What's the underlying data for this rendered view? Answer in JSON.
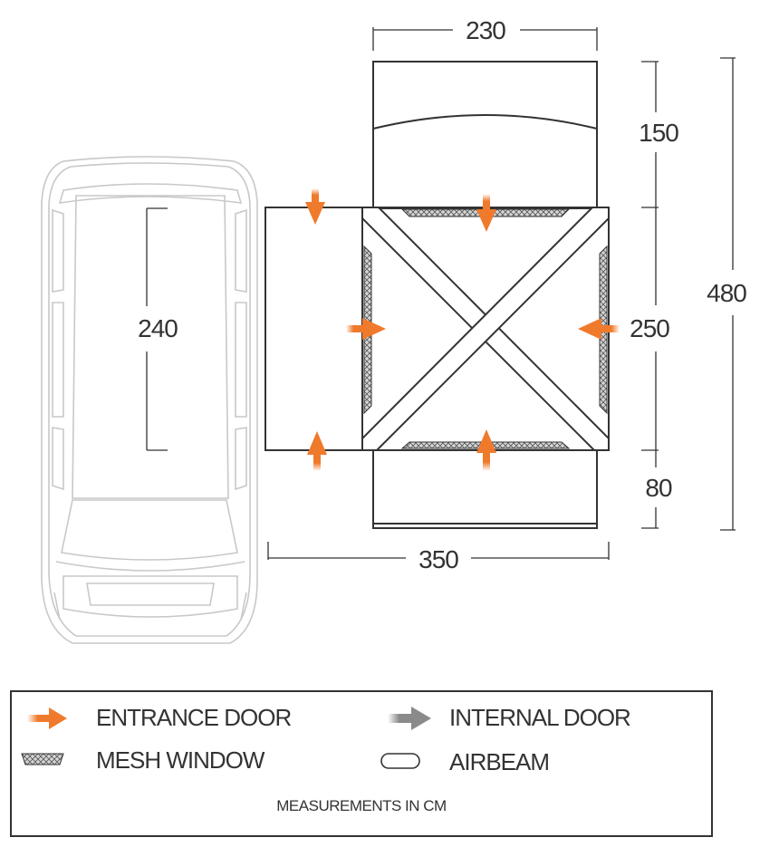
{
  "dimensions": {
    "top_width": "230",
    "front_depth": "150",
    "main_depth": "250",
    "rear_depth": "80",
    "total_depth": "480",
    "total_width": "350",
    "vehicle_length": "240"
  },
  "legend": {
    "entrance_door": "ENTRANCE DOOR",
    "internal_door": "INTERNAL DOOR",
    "mesh_window": "MESH WINDOW",
    "airbeam": "AIRBEAM",
    "note": "MEASUREMENTS IN CM"
  },
  "colors": {
    "entrance_door": "#f07a2c",
    "internal_door": "#8a8a8a",
    "outline": "#333333",
    "vehicle": "#c8c8c8",
    "mesh": "#a0a0a0"
  },
  "icons": {
    "entrance_door": "orange-arrow-icon",
    "internal_door": "grey-arrow-icon",
    "mesh_window": "mesh-hatch-icon",
    "airbeam": "airbeam-pill-icon"
  }
}
